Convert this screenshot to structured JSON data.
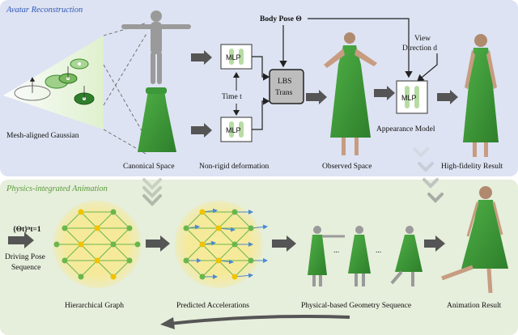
{
  "sections": {
    "top_title": "Avatar Reconstruction",
    "bottom_title": "Physics-integrated Animation"
  },
  "colors": {
    "top_bg": "#dde3f2",
    "bottom_bg": "#e6eedc",
    "top_title": "#2f57b8",
    "bottom_title": "#5a9a3a",
    "arrow": "#555555",
    "dress": "#3f9e3a",
    "body": "#9a9a9a",
    "node_yellow": "#f2c200",
    "node_green": "#6bb64a",
    "accel_blue": "#4a8ad0"
  },
  "labels": {
    "mesh_aligned_gaussian": "Mesh-aligned Gaussian",
    "canonical_space": "Canonical Space",
    "non_rigid_deformation": "Non-rigid deformation",
    "observed_space": "Observed Space",
    "appearance_model": "Appearance Model",
    "high_fidelity_result": "High-fidelity Result",
    "body_pose": "Body Pose Θ",
    "view_direction_line1": "View",
    "view_direction_line2": "Direction d",
    "time": "Time t",
    "mlp": "MLP",
    "lbs_line1": "LBS",
    "lbs_line2": "Trans",
    "pose_set": "{Θt}ⁿt=1",
    "driving_pose_line1": "Driving Pose",
    "driving_pose_line2": "Sequence",
    "hierarchical_graph": "Hierarchical Graph",
    "predicted_accelerations": "Predicted Accelerations",
    "geometry_sequence": "Physical-based Geometry Sequence",
    "animation_result": "Animation Result",
    "ellipsis": "..."
  }
}
